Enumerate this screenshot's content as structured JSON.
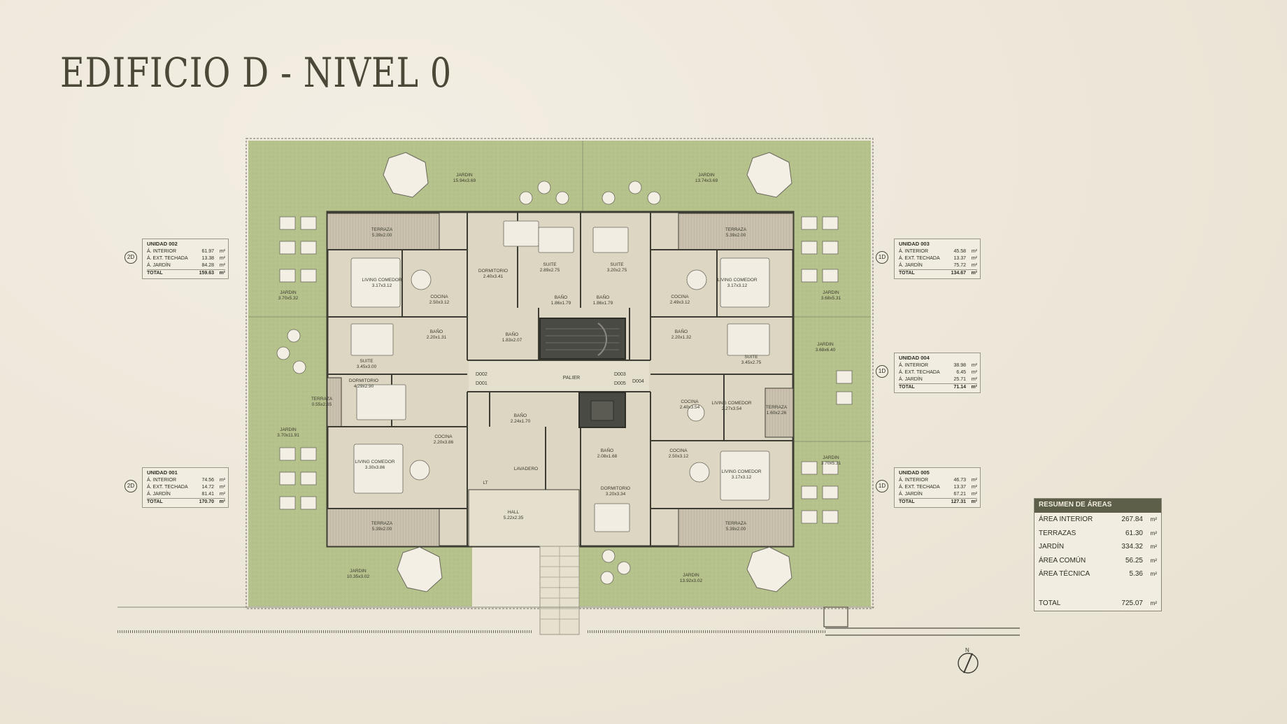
{
  "title": "EDIFICIO D - NIVEL 0",
  "colors": {
    "background": "#efe9dc",
    "garden": "#b6c28c",
    "interior": "#ddd6c2",
    "terrace": "#c8c0ae",
    "summary_header": "#5e5f48",
    "stair": "#4a4a44"
  },
  "compass_label": "N",
  "plan": {
    "garden_labels": [
      {
        "name": "JARDIN",
        "dim": "15.94x3.69"
      },
      {
        "name": "JARDIN",
        "dim": "13.74x3.69"
      },
      {
        "name": "JARDIN",
        "dim": "3.70x5.32"
      },
      {
        "name": "JARDIN",
        "dim": "3.68x5.31"
      },
      {
        "name": "JARDIN",
        "dim": "3.68x6.40"
      },
      {
        "name": "JARDIN",
        "dim": "3.70x11.91"
      },
      {
        "name": "JARDIN",
        "dim": "3.70x5.31"
      },
      {
        "name": "JARDIN",
        "dim": "10.35x3.02"
      },
      {
        "name": "JARDIN",
        "dim": "13.92x3.02"
      }
    ],
    "terrace_labels": [
      {
        "name": "TERRAZA",
        "dim": "5.39x2.00"
      },
      {
        "name": "TERRAZA",
        "dim": "5.39x2.00"
      },
      {
        "name": "TERRAZA",
        "dim": "0.55x2.65"
      },
      {
        "name": "TERRAZA",
        "dim": "1.60x2.26"
      },
      {
        "name": "TERRAZA",
        "dim": "5.39x2.00"
      },
      {
        "name": "TERRAZA",
        "dim": "5.39x2.00"
      }
    ],
    "room_labels": [
      {
        "name": "LIVING COMEDOR",
        "dim": "3.17x3.12"
      },
      {
        "name": "COCINA",
        "dim": "2.50x3.12"
      },
      {
        "name": "DORMITORIO",
        "dim": "2.40x3.41"
      },
      {
        "name": "SUITE",
        "dim": "2.89x2.75"
      },
      {
        "name": "SUITE",
        "dim": "3.20x2.75"
      },
      {
        "name": "BAÑO",
        "dim": "1.86x1.79"
      },
      {
        "name": "BAÑO",
        "dim": "1.86x1.79"
      },
      {
        "name": "LIVING COMEDOR",
        "dim": "3.17x3.12"
      },
      {
        "name": "COCINA",
        "dim": "2.49x3.12"
      },
      {
        "name": "BAÑO",
        "dim": "2.20x1.31"
      },
      {
        "name": "BAÑO",
        "dim": "1.83x2.07"
      },
      {
        "name": "SUITE",
        "dim": "3.45x3.00"
      },
      {
        "name": "BAÑO",
        "dim": "2.20x1.32"
      },
      {
        "name": "SUITE",
        "dim": "3.45x2.75"
      },
      {
        "name": "DORMITORIO",
        "dim": "4.29x2.90"
      },
      {
        "name": "COCINA",
        "dim": "2.40x3.54"
      },
      {
        "name": "LIVING COMEDOR",
        "dim": "2.27x3.54"
      },
      {
        "name": "BAÑO",
        "dim": "2.24x1.70"
      },
      {
        "name": "COCINA",
        "dim": "2.20x3.86"
      },
      {
        "name": "LIVING COMEDOR",
        "dim": "3.30x3.86"
      },
      {
        "name": "LAVADERO",
        "dim": ""
      },
      {
        "name": "LT",
        "dim": ""
      },
      {
        "name": "BAÑO",
        "dim": "2.08x1.68"
      },
      {
        "name": "COCINA",
        "dim": "2.50x3.12"
      },
      {
        "name": "LIVING COMEDOR",
        "dim": "3.17x3.12"
      },
      {
        "name": "DORMITORIO",
        "dim": "3.20x3.34"
      },
      {
        "name": "HALL",
        "dim": "5.22x2.35"
      }
    ],
    "palier": "PALIER",
    "door_tags": [
      "D002",
      "D001",
      "D003",
      "D004",
      "D005"
    ]
  },
  "units": [
    {
      "id": "2D",
      "name": "UNIDAD 002",
      "rows": [
        {
          "label": "Á. INTERIOR",
          "value": "61.97"
        },
        {
          "label": "Á. EXT. TECHADA",
          "value": "13.38"
        },
        {
          "label": "Á. JARDÍN",
          "value": "84.28"
        },
        {
          "label": "TOTAL",
          "value": "159.63"
        }
      ]
    },
    {
      "id": "1D",
      "name": "UNIDAD 003",
      "rows": [
        {
          "label": "Á. INTERIOR",
          "value": "45.58"
        },
        {
          "label": "Á. EXT. TECHADA",
          "value": "13.37"
        },
        {
          "label": "Á. JARDÍN",
          "value": "75.72"
        },
        {
          "label": "TOTAL",
          "value": "134.67"
        }
      ]
    },
    {
      "id": "1D",
      "name": "UNIDAD 004",
      "rows": [
        {
          "label": "Á. INTERIOR",
          "value": "38.98"
        },
        {
          "label": "Á. EXT. TECHADA",
          "value": "6.45"
        },
        {
          "label": "Á. JARDÍN",
          "value": "25.71"
        },
        {
          "label": "TOTAL",
          "value": "71.14"
        }
      ]
    },
    {
      "id": "2D",
      "name": "UNIDAD 001",
      "rows": [
        {
          "label": "Á. INTERIOR",
          "value": "74.56"
        },
        {
          "label": "Á. EXT. TECHADA",
          "value": "14.72"
        },
        {
          "label": "Á. JARDÍN",
          "value": "81.41"
        },
        {
          "label": "TOTAL",
          "value": "170.70"
        }
      ]
    },
    {
      "id": "1D",
      "name": "UNIDAD 005",
      "rows": [
        {
          "label": "Á. INTERIOR",
          "value": "46.73"
        },
        {
          "label": "Á. EXT. TECHADA",
          "value": "13.37"
        },
        {
          "label": "Á. JARDÍN",
          "value": "67.21"
        },
        {
          "label": "TOTAL",
          "value": "127.31"
        }
      ]
    }
  ],
  "unit_area_unit": "m²",
  "summary": {
    "header": "RESUMEN DE ÁREAS",
    "unit": "m²",
    "rows": [
      {
        "label": "ÁREA INTERIOR",
        "value": "267.84"
      },
      {
        "label": "TERRAZAS",
        "value": "61.30"
      },
      {
        "label": "JARDÍN",
        "value": "334.32"
      },
      {
        "label": "ÁREA COMÚN",
        "value": "56.25"
      },
      {
        "label": "ÁREA TÉCNICA",
        "value": "5.36"
      }
    ],
    "total_label": "TOTAL",
    "total_value": "725.07"
  }
}
